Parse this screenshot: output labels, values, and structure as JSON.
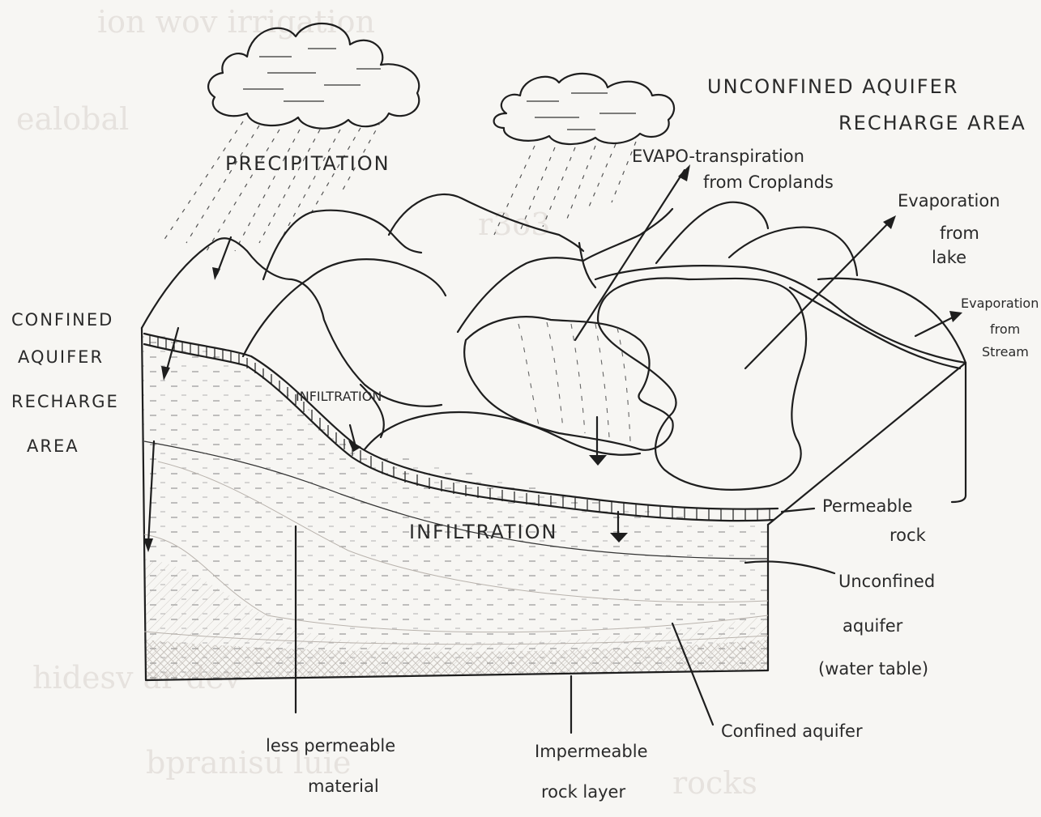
{
  "labels": {
    "unconfined_area_1": "UNCONFINED AQUIFER",
    "unconfined_area_2": "RECHARGE AREA",
    "precipitation": "PRECIPITATION",
    "evapo_1": "EVAPO-transpiration",
    "evapo_2": "from Croplands",
    "evap_lake_1": "Evaporation",
    "evap_lake_2": "from",
    "evap_lake_3": "lake",
    "evap_stream_1": "Evaporation",
    "evap_stream_2": "from",
    "evap_stream_3": "Stream",
    "confined_area_1": "CONFINED",
    "confined_area_2": "AQUIFER",
    "confined_area_3": "RECHARGE",
    "confined_area_4": "AREA",
    "infiltration_small": "INFILTRATION",
    "infiltration_big": "INFILTRATION",
    "permeable_1": "Permeable",
    "permeable_2": "rock",
    "unconfined_1": "Unconfined",
    "unconfined_2": "aquifer",
    "unconfined_3": "(water table)",
    "confined_aquifer": "Confined aquifer",
    "less_perm_1": "less permeable",
    "less_perm_2": "material",
    "imperm_1": "Impermeable",
    "imperm_2": "rock layer"
  },
  "colors": {
    "ink": "#1e1e1e",
    "paper": "#f7f6f3",
    "ghost_text": "#e6e2de"
  }
}
